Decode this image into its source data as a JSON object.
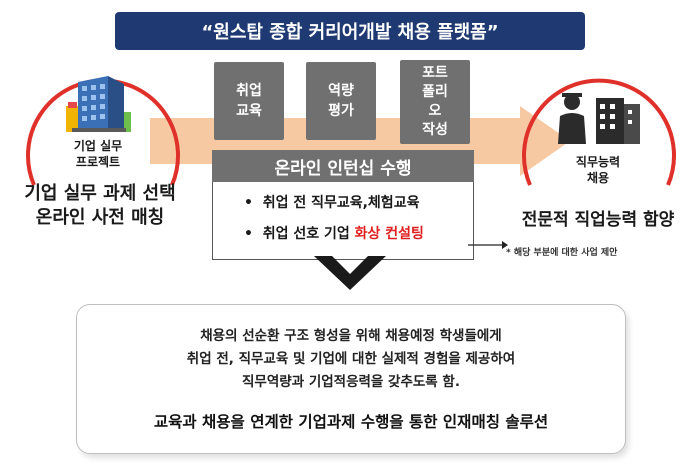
{
  "title": "“원스탑 종합 커리어개발 채용 플랫폼”",
  "steps": [
    {
      "lines": [
        "취업",
        "교육"
      ]
    },
    {
      "lines": [
        "역량",
        "평가"
      ]
    },
    {
      "lines": [
        "포트",
        "폴리",
        "오",
        "작성"
      ]
    }
  ],
  "left": {
    "icon_label": [
      "기업 실무",
      "프로젝트"
    ],
    "caption": [
      "기업 실무 과제 선택",
      "온라인 사전 매칭"
    ]
  },
  "right": {
    "icon_label": [
      "직무능력",
      "채용"
    ],
    "caption": "전문적 직업능력 함양"
  },
  "internship": {
    "header": "온라인 인턴십 수행",
    "bullet1": "취업 전 직무교육,체험교육",
    "bullet2_prefix": "취업 선호 기업 ",
    "bullet2_highlight": "화상 컨설팅",
    "bullet_mark": "•"
  },
  "note": "* 해당 부분에 대한 사업 제안",
  "summary": {
    "lines": [
      "채용의 선순환 구조 형성을 위해 채용예정 학생들에게",
      "취업 전, 직무교육 및 기업에 대한 실제적 경험을 제공하여",
      "직무역량과 기업적응력을 갖추도록 함."
    ],
    "conclusion": "교육과 채용을 연계한 기업과제 수행을 통한 인재매칭 솔루션"
  },
  "colors": {
    "title_bg": "#1f3a73",
    "arrow": "#f7c9a3",
    "ring": "#e0302a",
    "box": "#707070",
    "highlight": "#e02020"
  }
}
